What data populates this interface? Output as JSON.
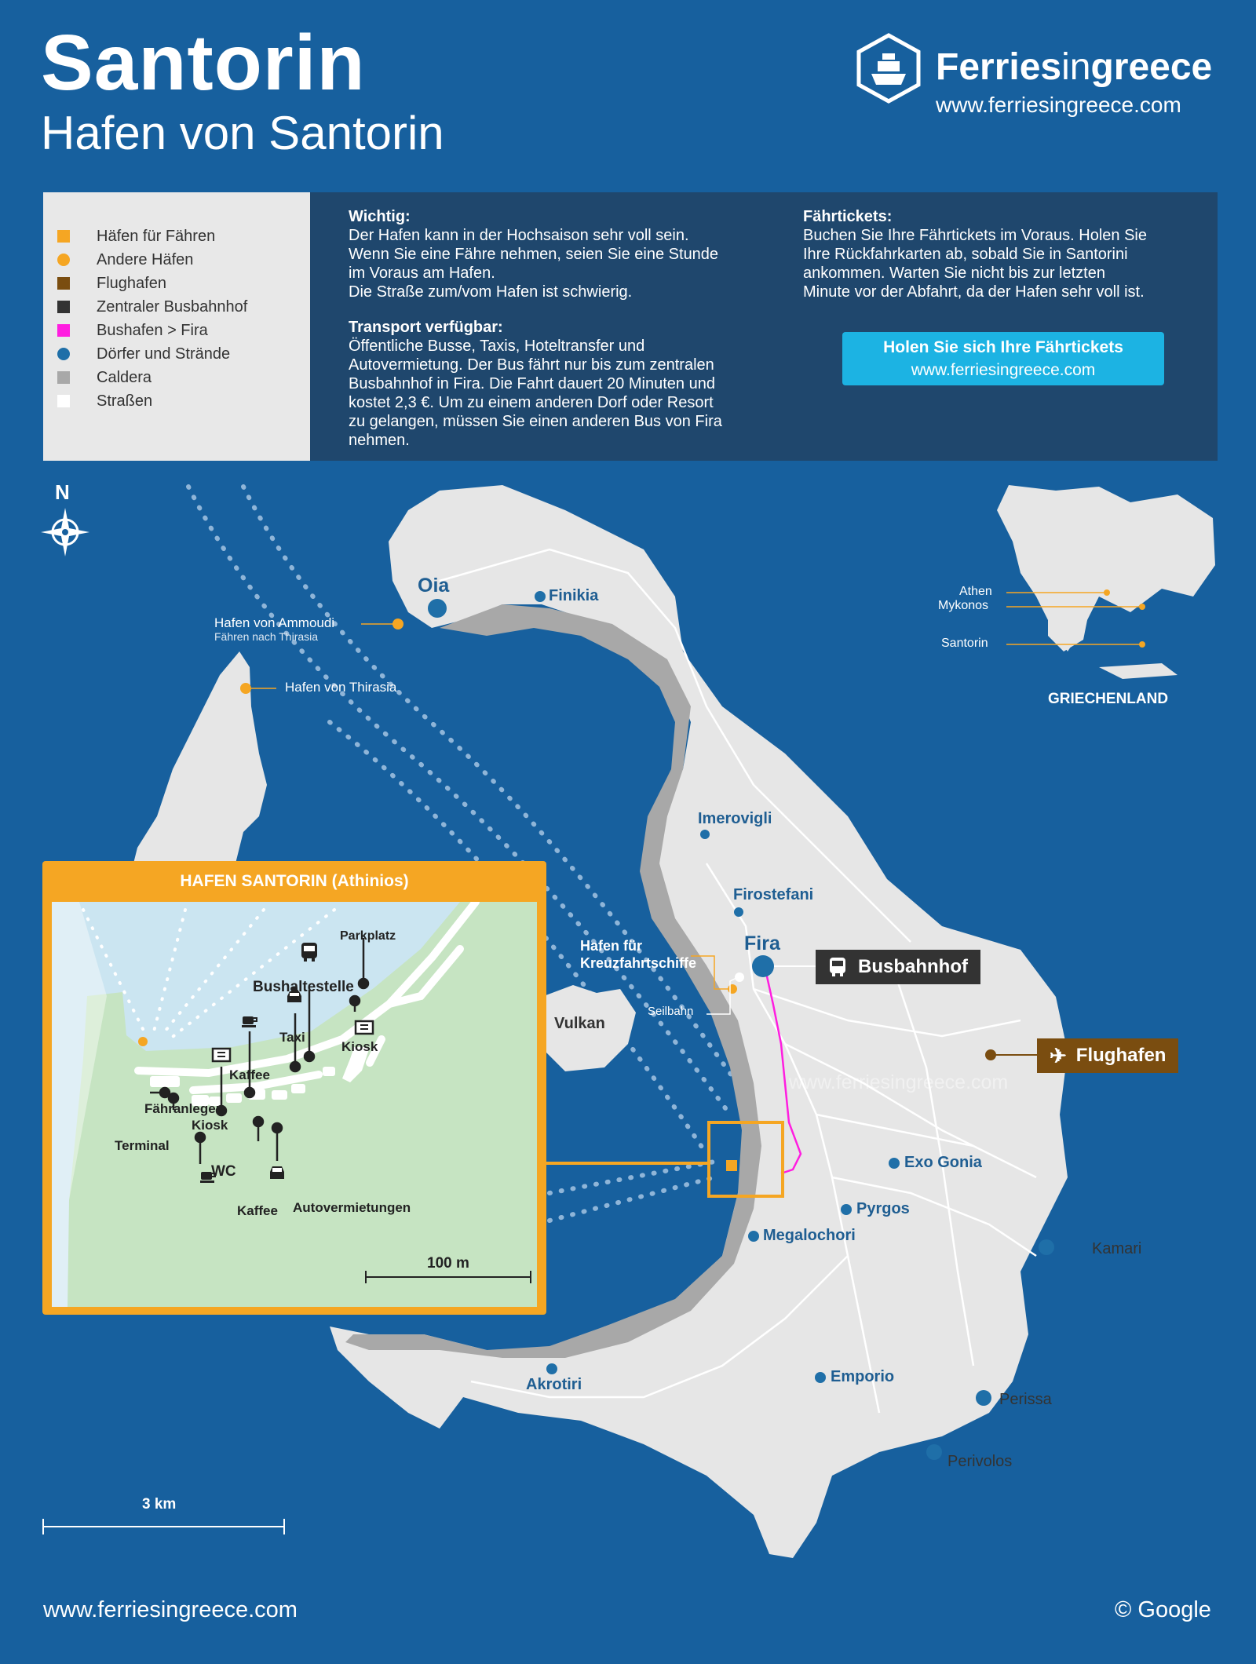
{
  "header": {
    "title": "Santorin",
    "subtitle": "Hafen von Santorin",
    "brand_name_bold": "Ferries",
    "brand_name_thin": "in",
    "brand_name_bold2": "greece",
    "brand_url": "www.ferriesingreece.com"
  },
  "legend": {
    "items": [
      {
        "label": "Häfen für Fähren",
        "color": "#f5a623",
        "shape": "square"
      },
      {
        "label": "Andere Häfen",
        "color": "#f5a623",
        "shape": "circle"
      },
      {
        "label": "Flughafen",
        "color": "#7a4d10",
        "shape": "square"
      },
      {
        "label": "Zentraler Busbahnhof",
        "color": "#333333",
        "shape": "square"
      },
      {
        "label": "Bushafen > Fira",
        "color": "#ff1de0",
        "shape": "square"
      },
      {
        "label": "Dörfer und Strände",
        "color": "#1f6fa8",
        "shape": "circle"
      },
      {
        "label": "Caldera",
        "color": "#a8a8a8",
        "shape": "square"
      },
      {
        "label": "Straßen",
        "color": "#ffffff",
        "shape": "square"
      }
    ]
  },
  "info": {
    "important_heading": "Wichtig:",
    "important_lines": [
      "Der Hafen kann in der Hochsaison sehr voll sein.",
      "Wenn Sie eine Fähre nehmen, seien Sie eine Stunde",
      "im Voraus am Hafen.",
      "Die Straße zum/vom Hafen ist schwierig."
    ],
    "transport_heading": "Transport verfügbar:",
    "transport_lines": [
      "Öffentliche Busse, Taxis, Hoteltransfer und",
      "Autovermietung. Der Bus fährt nur bis zum zentralen",
      "Busbahnhof in Fira. Die Fahrt dauert 20 Minuten und",
      "kostet 2,3 €. Um zu einem anderen Dorf oder Resort",
      "zu gelangen, müssen Sie einen anderen Bus von Fira",
      "nehmen."
    ],
    "tickets_heading": "Fährtickets:",
    "tickets_lines": [
      "Buchen Sie Ihre Fährtickets im Voraus. Holen Sie",
      "Ihre Rückfahrkarten ab, sobald Sie in Santorini",
      "ankommen. Warten Sie nicht bis zur letzten",
      "Minute vor der Abfahrt, da der Hafen sehr voll ist."
    ],
    "cta_line1": "Holen Sie sich Ihre Fährtickets",
    "cta_line2": "www.ferriesingreece.com"
  },
  "map": {
    "compass_label": "N",
    "villages": {
      "oia": "Oia",
      "finikia": "Finikia",
      "imerovigli": "Imerovigli",
      "firostefani": "Firostefani",
      "fira": "Fira",
      "exo_gonia": "Exo Gonia",
      "pyrgos": "Pyrgos",
      "megalochori": "Megalochori",
      "kamari": "Kamari",
      "akrotiri": "Akrotiri",
      "emporio": "Emporio",
      "perissa": "Perissa",
      "perivolos": "Perivolos",
      "vulkan": "Vulkan"
    },
    "ports": {
      "ammoudi": "Hafen von Ammoudi",
      "ammoudi_sub": "Fähren nach Thirasia",
      "thirasia": "Hafen von Thirasia",
      "cruise": "Hafen für\nKreuzfahrtschiffe",
      "cruise_line1": "Hafen für",
      "cruise_line2": "Kreuzfahrtschiffe",
      "seilbahn": "Seilbahn"
    },
    "busbahnhof": "Busbahnhof",
    "flughafen": "Flughafen",
    "watermark": "www.ferriesingreece.com",
    "scale": "3 km",
    "greece": {
      "label": "GRIECHENLAND",
      "athen": "Athen",
      "mykonos": "Mykonos",
      "santorin": "Santorin"
    }
  },
  "inset": {
    "title": "HAFEN SANTORIN (Athinios)",
    "labels": {
      "parkplatz": "Parkplatz",
      "bushaltestelle": "Bushaltestelle",
      "taxi": "Taxi",
      "kiosk1": "Kiosk",
      "kaffee1": "Kaffee",
      "faehranleger": "Fähranleger",
      "kiosk2": "Kiosk",
      "terminal": "Terminal",
      "wc": "WC",
      "kaffee2": "Kaffee",
      "autovermietungen": "Autovermietungen"
    },
    "scale": "100 m"
  },
  "footer": {
    "url": "www.ferriesingreece.com",
    "copyright": "© Google"
  },
  "colors": {
    "sea": "#17609e",
    "land": "#e6e6e6",
    "caldera": "#a8a8a8",
    "ferry_port": "#f5a623",
    "village": "#1f6fa8",
    "bus_route": "#ff1de0",
    "airport": "#7a4d10"
  }
}
